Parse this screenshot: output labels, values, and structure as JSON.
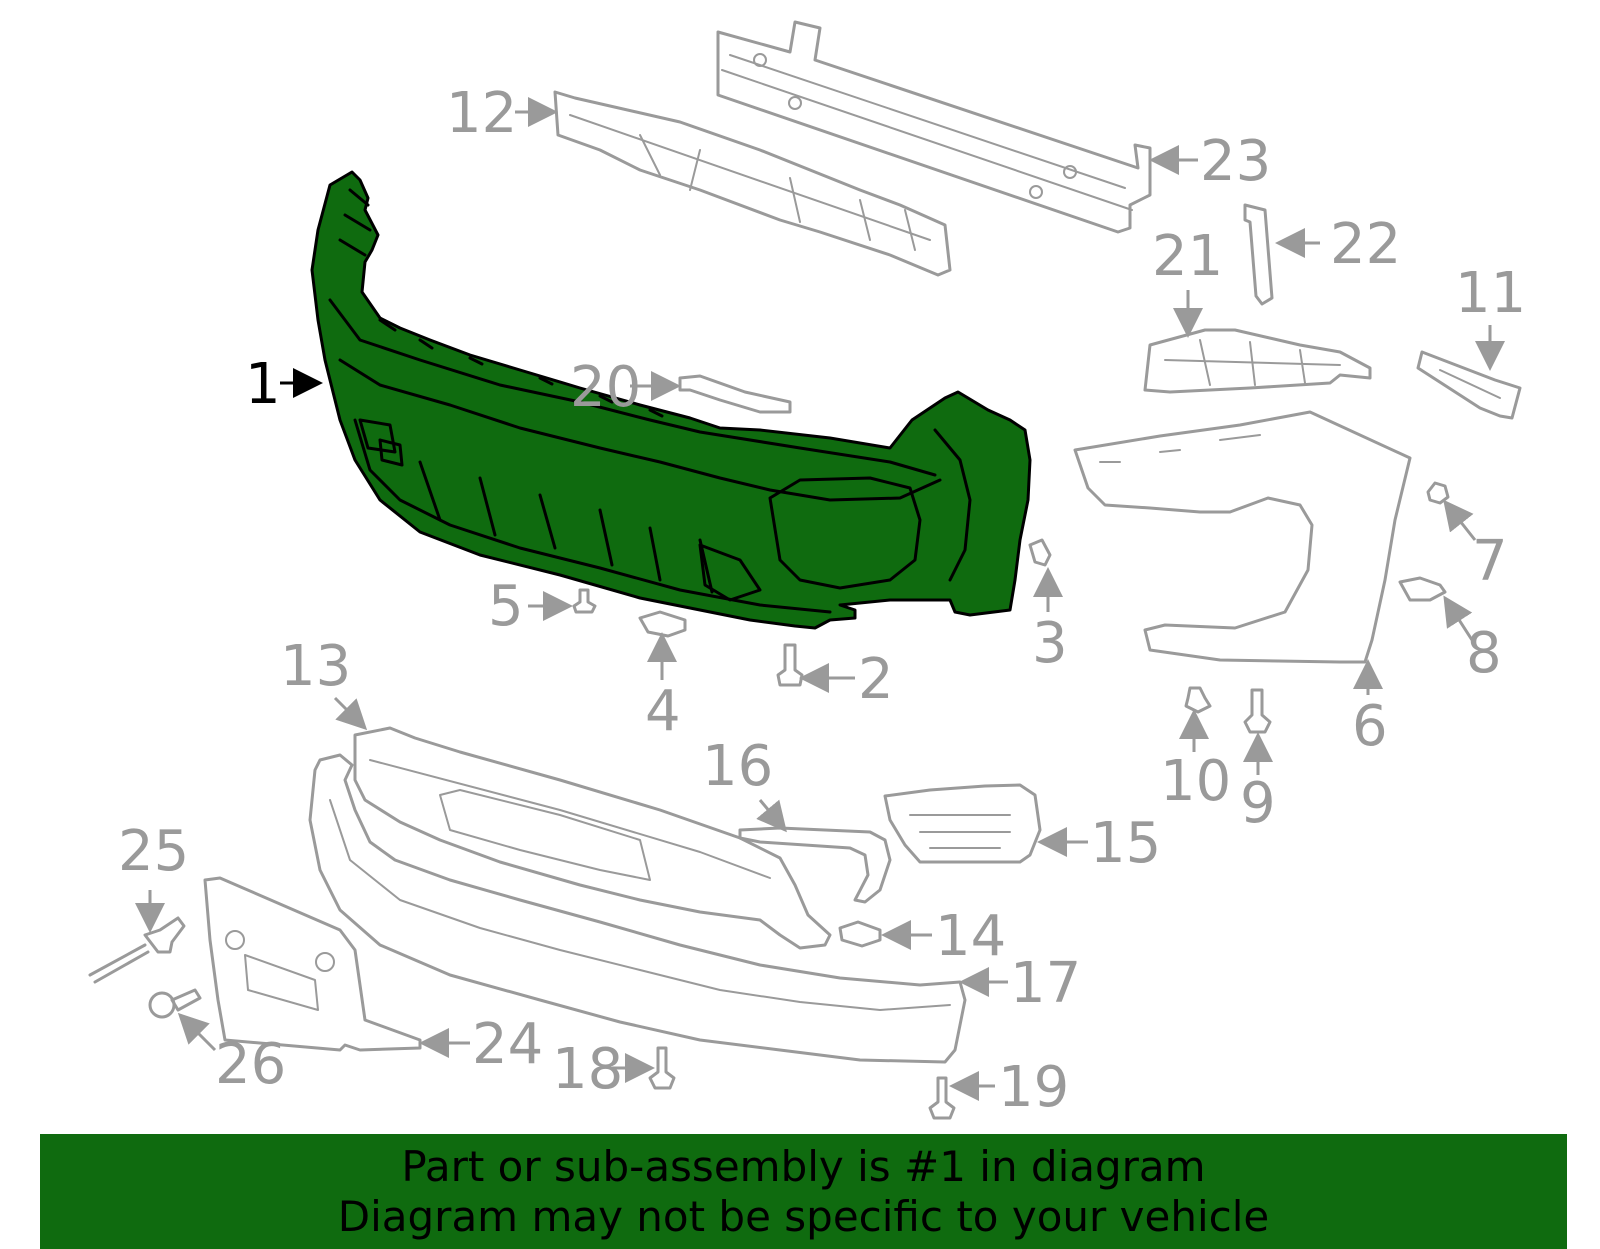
{
  "colors": {
    "highlight": "#0f6b0f",
    "part_outline": "#9a9a9a",
    "banner": "#0f6b0f"
  },
  "callouts": {
    "c1": "1",
    "c2": "2",
    "c3": "3",
    "c4": "4",
    "c5": "5",
    "c6": "6",
    "c7": "7",
    "c8": "8",
    "c9": "9",
    "c10": "10",
    "c11": "11",
    "c12": "12",
    "c13": "13",
    "c14": "14",
    "c15": "15",
    "c16": "16",
    "c17": "17",
    "c18": "18",
    "c19": "19",
    "c20": "20",
    "c21": "21",
    "c22": "22",
    "c23": "23",
    "c24": "24",
    "c25": "25",
    "c26": "26"
  },
  "highlighted_part": "1",
  "banner": {
    "line1": "Part or sub-assembly is #1 in diagram",
    "line2": "Diagram may not be specific to your vehicle"
  }
}
